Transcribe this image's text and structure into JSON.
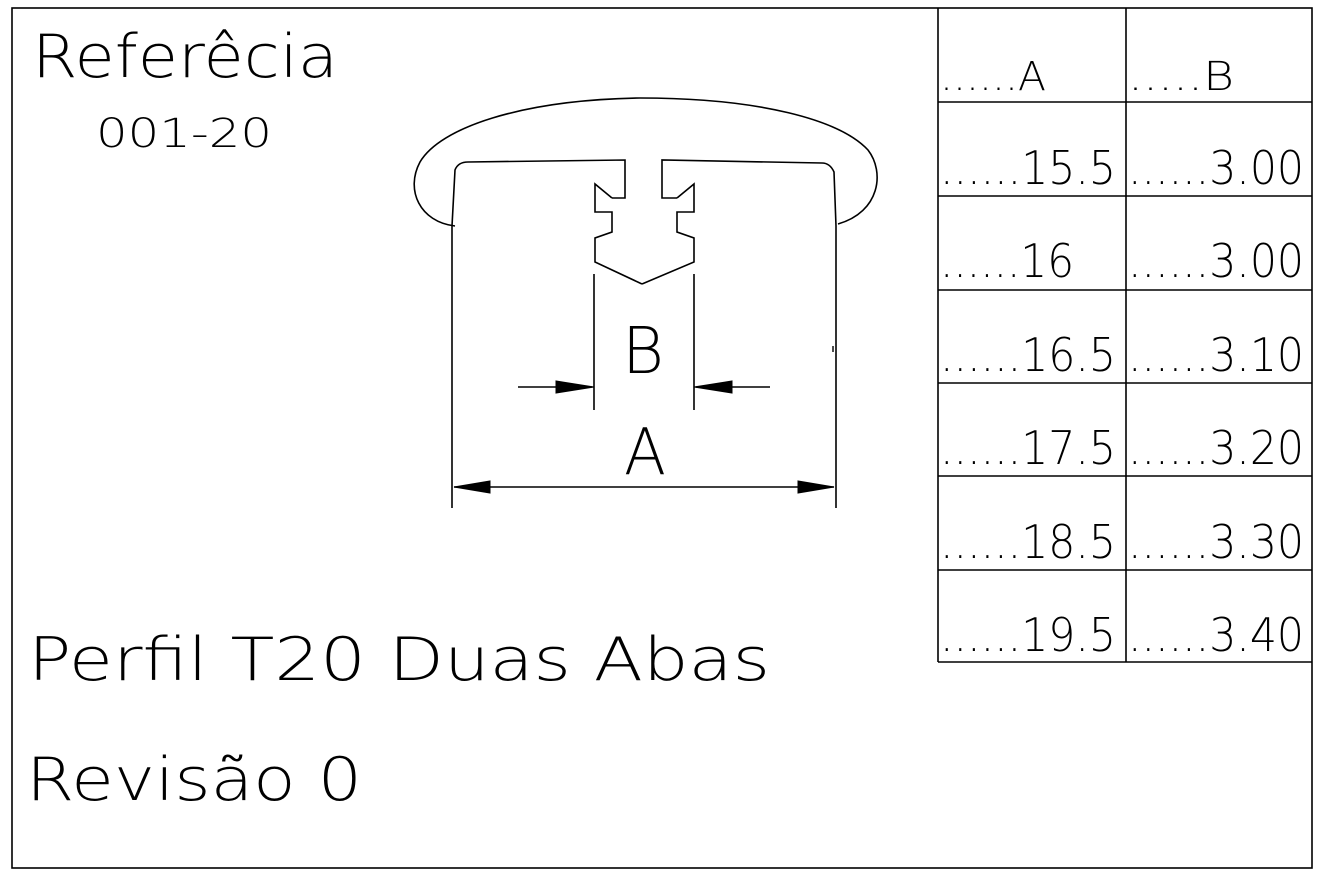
{
  "title_block": {
    "reference_label": "Referêcia",
    "reference_code": "001-20",
    "profile_name": "Perfil T20 Duas Abas",
    "revision": "Revisão 0"
  },
  "drawing": {
    "dimension_a_label": "A",
    "dimension_b_label": "B"
  },
  "table": {
    "headers": [
      "......A",
      ".....B"
    ],
    "rows": [
      [
        "......15.5",
        "......3.00"
      ],
      [
        "......16",
        "......3.00"
      ],
      [
        "......16.5",
        "......3.10"
      ],
      [
        "......17.5",
        "......3.20"
      ],
      [
        "......18.5",
        "......3.30"
      ],
      [
        "......19.5",
        "......3.40"
      ]
    ]
  }
}
